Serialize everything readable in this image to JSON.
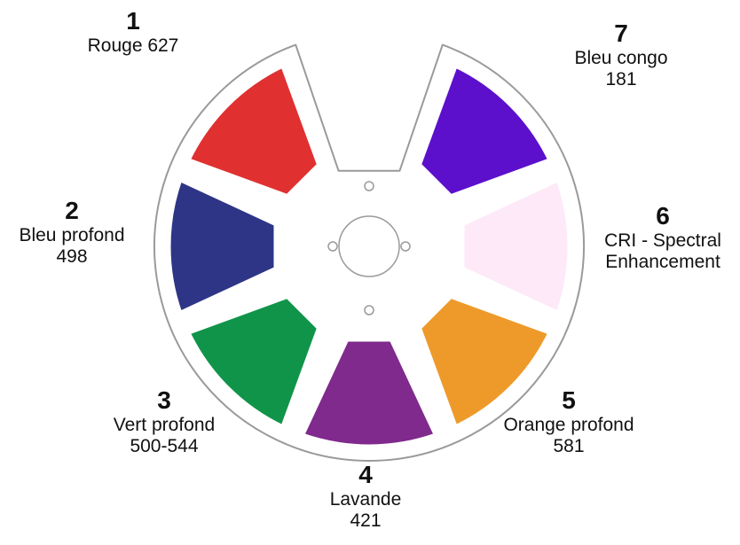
{
  "wheel": {
    "outline_color": "#9a9a9a",
    "filter_border_color": "#ffffff",
    "segments": [
      {
        "number": "1",
        "name": "Rouge 627",
        "line2": "",
        "color": "#e03030"
      },
      {
        "number": "2",
        "name": "Bleu profond",
        "line2": "498",
        "color": "#2e3586"
      },
      {
        "number": "3",
        "name": "Vert profond",
        "line2": "500-544",
        "color": "#10944a"
      },
      {
        "number": "4",
        "name": "Lavande",
        "line2": "421",
        "color": "#7f2a8c"
      },
      {
        "number": "5",
        "name": "Orange profond",
        "line2": "581",
        "color": "#ee9a2b"
      },
      {
        "number": "6",
        "name": "CRI - Spectral",
        "line2": "Enhancement",
        "color": "#fde9f8"
      },
      {
        "number": "7",
        "name": "Bleu congo",
        "line2": "181",
        "color": "#5c10cc"
      }
    ]
  }
}
